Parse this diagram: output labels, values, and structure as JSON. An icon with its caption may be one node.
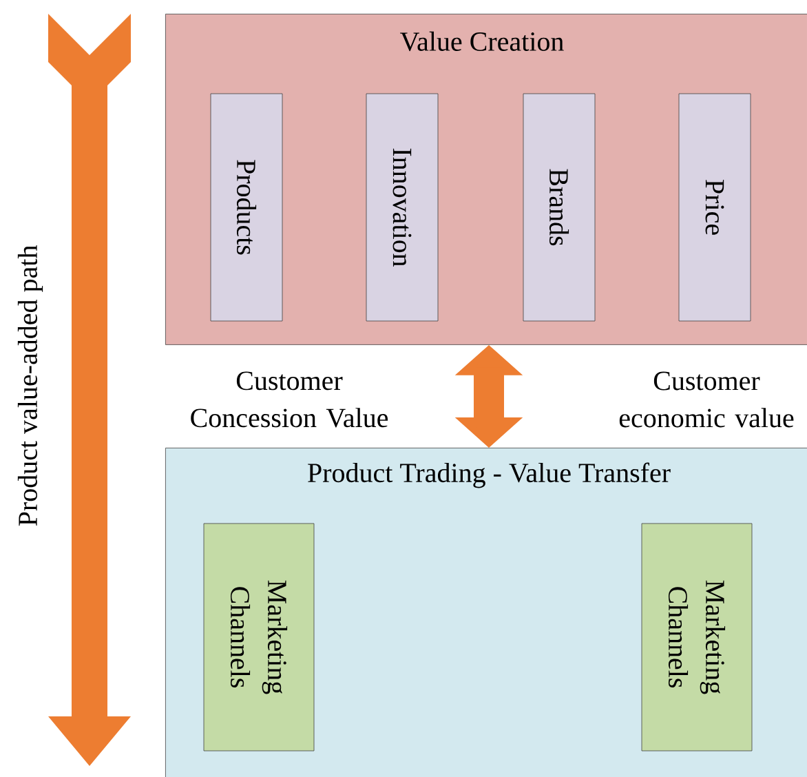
{
  "diagram": {
    "nodes": [
      {
        "text": [
          "Value Creation"
        ]
      },
      {
        "text": [
          "Products"
        ],
        "in": 0
      },
      {
        "text": [
          "Innovation"
        ],
        "in": 0
      },
      {
        "text": [
          "Brands"
        ],
        "in": 0
      },
      {
        "text": [
          "Price"
        ],
        "in": 0
      },
      {
        "text": [
          "Product Trading - Value Transfer"
        ]
      },
      {
        "text": [
          "Marketing Channels"
        ],
        "in": 5
      },
      {
        "text": [
          "Marketing Channels"
        ],
        "in": 5
      }
    ],
    "edges": [
      {
        "from": 0,
        "to": 5,
        "arrow": "both"
      }
    ],
    "labels": [
      "Product value-added path",
      "Customer Concession Value",
      "Customer economic value"
    ]
  }
}
